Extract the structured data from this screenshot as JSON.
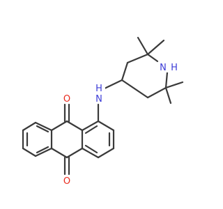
{
  "colors": {
    "bond": "#3a3a3a",
    "oxygen": "#e8291c",
    "nitrogen": "#3b3bd6",
    "background": "#ffffff"
  },
  "labels": {
    "oxygen_top": "O",
    "oxygen_bottom": "O",
    "amine_nh": "H",
    "amine_n": "N",
    "ring_n": "N",
    "ring_nh": "H"
  }
}
